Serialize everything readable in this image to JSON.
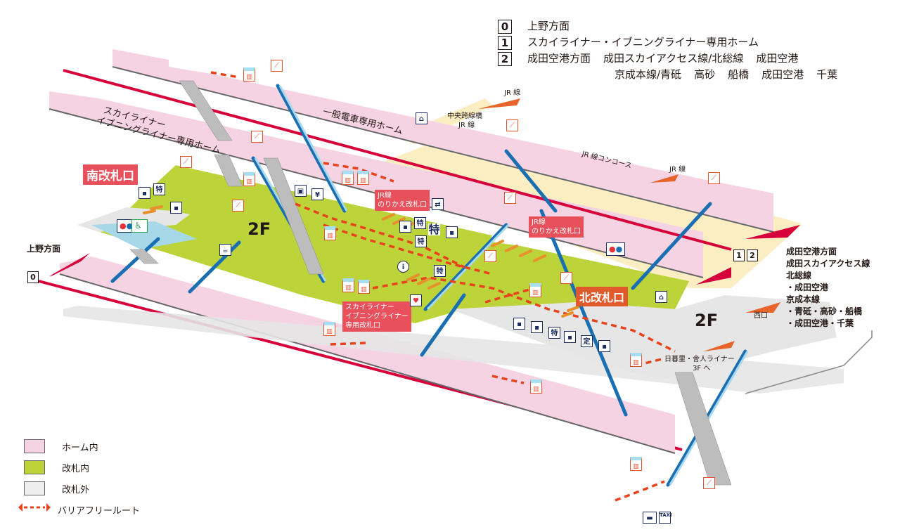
{
  "legend_top": {
    "rows": [
      {
        "num": "0",
        "text": "上野方面"
      },
      {
        "num": "1",
        "text": "スカイライナー・イブニングライナー専用ホーム"
      },
      {
        "num": "2",
        "text": "成田空港方面",
        "lines": [
          "成田スカイアクセス線/北総線",
          "成田空港"
        ]
      }
    ],
    "row2_sub": [
      "京成本線/青砥",
      "高砂",
      "船橋",
      "成田空港",
      "千葉"
    ]
  },
  "legend_bottom": [
    {
      "label": "ホーム内",
      "color": "#f6d3e2"
    },
    {
      "label": "改札内",
      "color": "#bcd43a"
    },
    {
      "label": "改札外",
      "color": "#eeeeee"
    },
    {
      "label": "バリアフリールート",
      "color": "#e8431c"
    }
  ],
  "platform_labels": {
    "general": "一般電車専用ホーム",
    "skyliner_1": "スカイライナー",
    "skyliner_2": "イブニングライナー専用ホーム"
  },
  "gates": {
    "south": "南改札口",
    "north": "北改札口",
    "jr_transfer_1a": "JR線",
    "jr_transfer_1b": "のりかえ改札口",
    "jr_transfer_2a": "JR線",
    "jr_transfer_2b": "のりかえ改札口",
    "skyliner_gate": [
      "スカイライナー",
      "イブニングライナー",
      "専用改札口"
    ]
  },
  "floors": {
    "left": "2F",
    "right": "2F"
  },
  "directions": {
    "ueno": "上野方面",
    "ueno_num": "0",
    "narita_nums": [
      "1",
      "2"
    ],
    "narita_lines": [
      "成田空港方面",
      "成田スカイアクセス線",
      "北総線",
      "・成田空港",
      "京成本線",
      "・青砥・高砂・船橋",
      "・成田空港・千葉"
    ],
    "jr_line_top": "JR 線",
    "chuo_bridge_1": "中央跨線橋",
    "chuo_bridge_2": "JR 線",
    "jr_concourse": "JR 線コンコース",
    "jr_line_right": "JR 線",
    "west_exit": "西口",
    "nippori_1": "日暮里・舎人ライナー",
    "nippori_2": "3F へ"
  },
  "icons": {
    "tokkyu": "特",
    "teiki": "定",
    "info": "i",
    "taxi": "TAXI",
    "escalator": "escalator-icon",
    "elevator": "elevator-icon"
  },
  "colors": {
    "platform": "#f6d3e2",
    "inside_gate": "#bcd43a",
    "outside_gate": "#e6e6e6",
    "concourse": "#fbeec2",
    "track": "#d6003a",
    "barrier_free": "#e8431c",
    "escalator": "#1a6fb3",
    "gate_tag": "#e8505b"
  }
}
